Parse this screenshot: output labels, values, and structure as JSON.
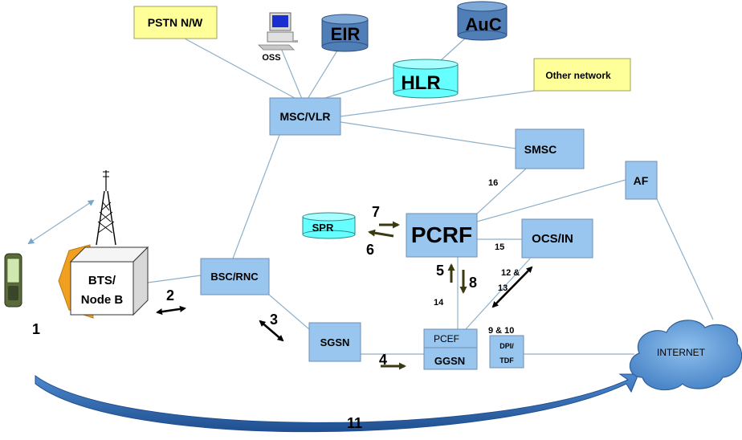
{
  "nodes": {
    "pstn": "PSTN N/W",
    "oss": "OSS",
    "eir": "EIR",
    "auc": "AuC",
    "hlr": "HLR",
    "other_network": "Other network",
    "msc_vlr": "MSC/VLR",
    "smsc": "SMSC",
    "af": "AF",
    "spr": "SPR",
    "pcrf": "PCRF",
    "ocs_in": "OCS/IN",
    "bts_line1": "BTS/",
    "bts_line2": "Node B",
    "bsc_rnc": "BSC/RNC",
    "sgsn": "SGSN",
    "pcef": "PCEF",
    "ggsn": "GGSN",
    "dpi_line1": "DPI/",
    "dpi_line2": "TDF",
    "internet": "INTERNET"
  },
  "steps": {
    "s1": "1",
    "s2": "2",
    "s3": "3",
    "s4": "4",
    "s5": "5",
    "s6": "6",
    "s7": "7",
    "s8": "8",
    "s9_10": "9 & 10",
    "s11": "11",
    "s12_13a": "12 &",
    "s12_13b": "13",
    "s14": "14",
    "s15": "15",
    "s16": "16"
  },
  "colors": {
    "box_fill": "#99c6ee",
    "yellow_box": "#ffff99",
    "cylinder_dark": "#4f7fb6",
    "cylinder_light": "#66ffff",
    "cloud": "#5a9ad8",
    "big_arrow": "#2f6db5",
    "bts_orange": "#f0a020"
  }
}
